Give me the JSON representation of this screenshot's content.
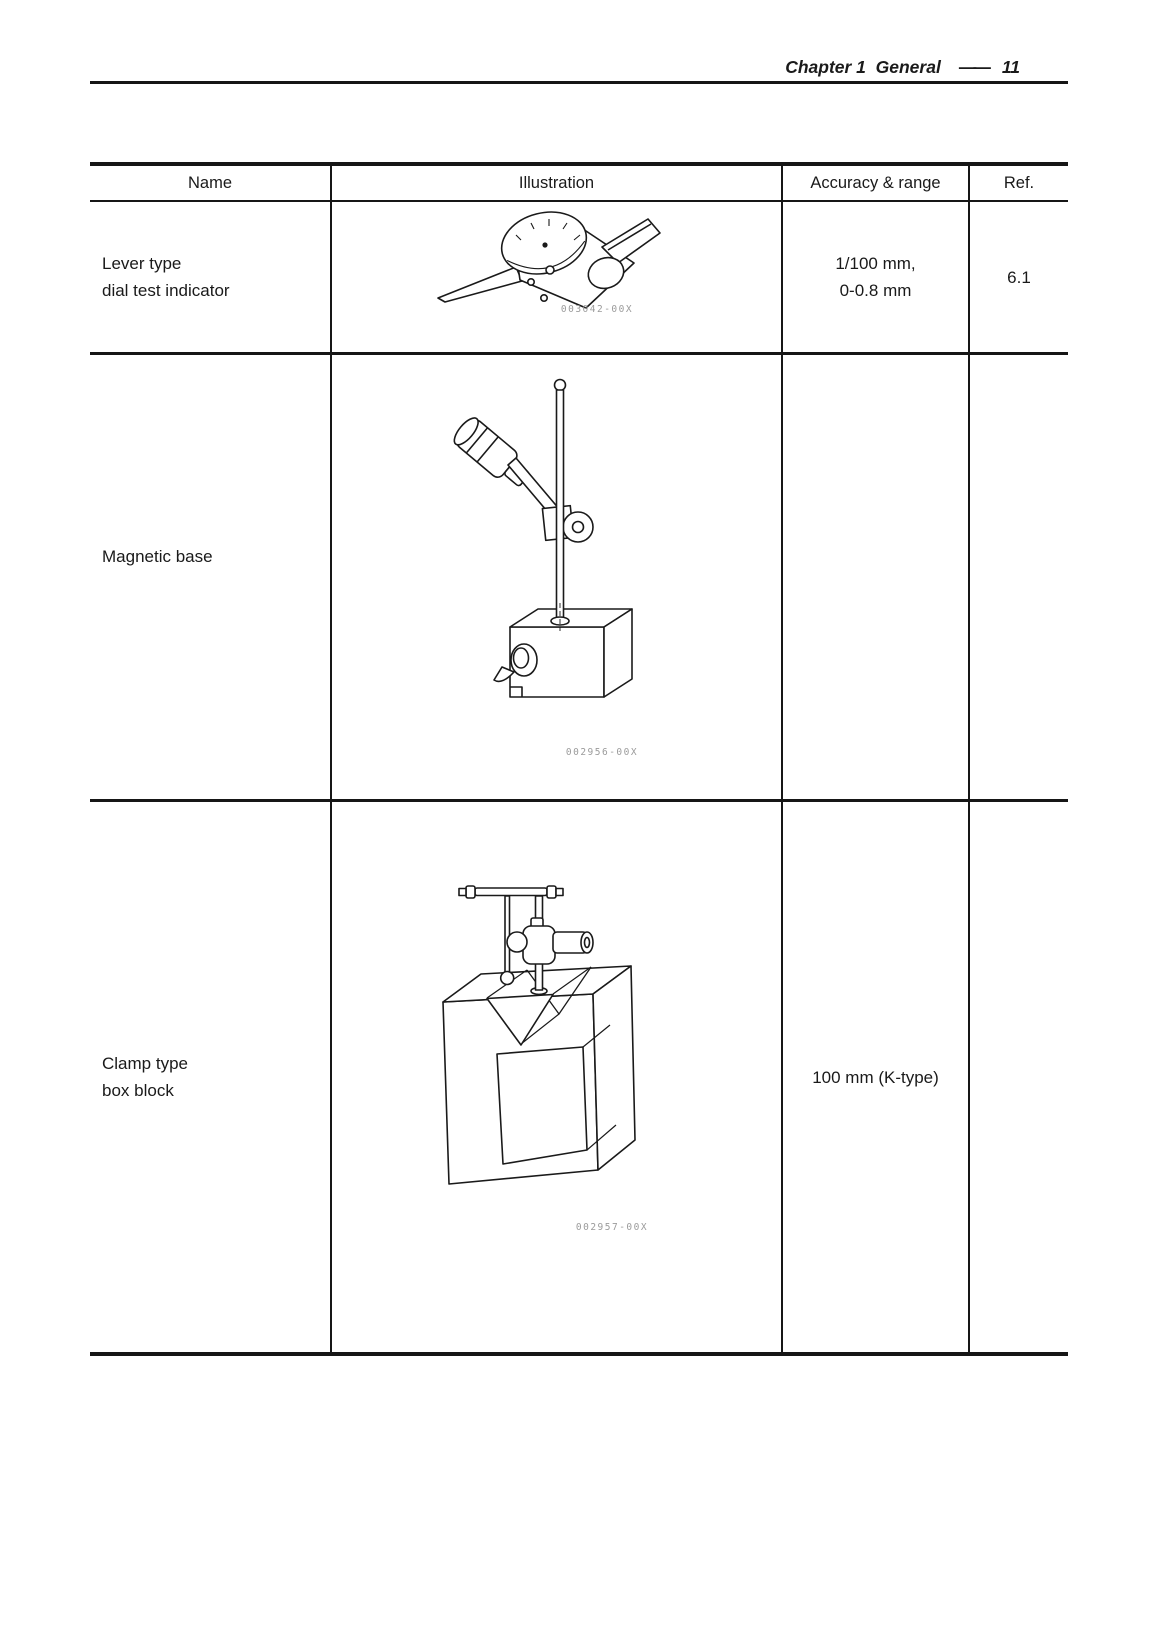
{
  "header": {
    "chapter": "Chapter 1  General",
    "dash": "——",
    "page_number": "11"
  },
  "table": {
    "columns": [
      "Name",
      "Illustration",
      "Accuracy & range",
      "Ref."
    ],
    "rows": [
      {
        "name": [
          "Lever type",
          "dial test indicator"
        ],
        "illustration": "lever-type-dial-test-indicator",
        "caption": "003042-00X",
        "accuracy": [
          "1/100 mm,",
          "0-0.8 mm"
        ],
        "ref": "6.1"
      },
      {
        "name": [
          "Magnetic base"
        ],
        "illustration": "magnetic-base",
        "caption": "002956-00X",
        "accuracy": [],
        "ref": ""
      },
      {
        "name": [
          "Clamp type",
          "box block"
        ],
        "illustration": "clamp-type-box-block",
        "caption": "002957-00X",
        "accuracy": [
          "100 mm (K-type)"
        ],
        "ref": ""
      }
    ]
  }
}
